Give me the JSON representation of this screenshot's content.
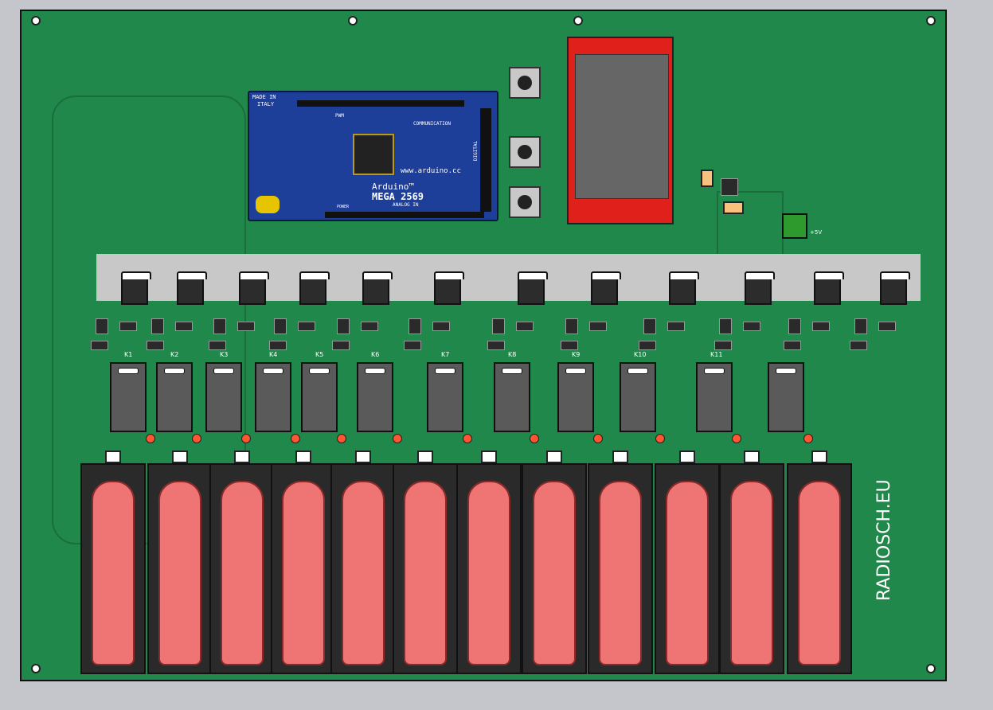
{
  "arduino": {
    "made_in": "MADE IN",
    "country": "ITALY",
    "brand": "Arduino™",
    "model": "MEGA 2569",
    "url": "www.arduino.cc",
    "pwm": "PWM",
    "communication": "COMMUNICATION",
    "digital": "DIGITAL",
    "analog_in": "ANALOG IN",
    "power": "POWER"
  },
  "relays": [
    "K1",
    "K2",
    "K3",
    "K4",
    "K5",
    "K6",
    "K7",
    "K8",
    "K9",
    "K10",
    "K11",
    ""
  ],
  "power_label": "+5V",
  "brand_text": "RADIOSCH.EU",
  "colors": {
    "board": "#20884a",
    "arduino": "#1d3f9a",
    "lcd": "#e0201a",
    "cell": "#ef7575"
  }
}
